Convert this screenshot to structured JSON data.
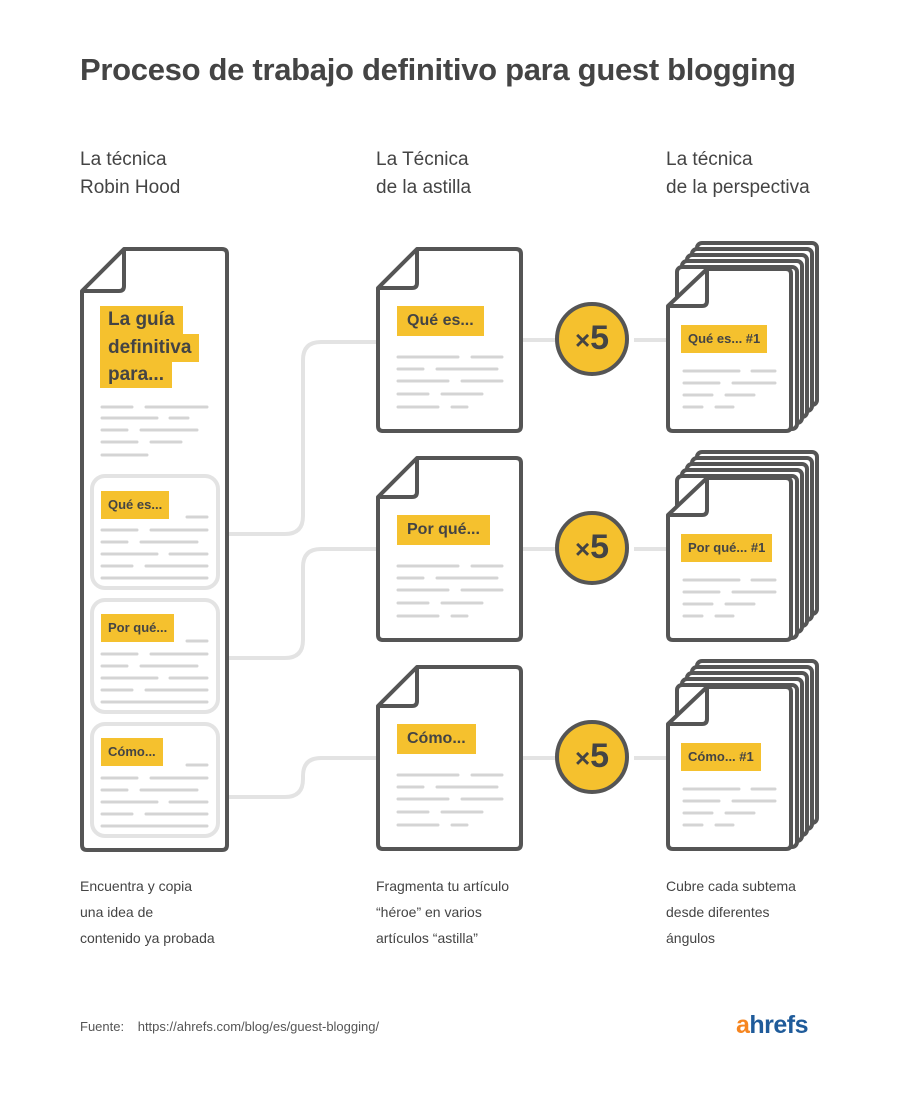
{
  "title": "Proceso de trabajo definitivo para guest blogging",
  "columns": [
    {
      "heading": [
        "La técnica",
        "Robin Hood"
      ],
      "caption": [
        "Encuentra y copia",
        "una idea de",
        "contenido ya probada"
      ]
    },
    {
      "heading": [
        "La Técnica",
        "de la astilla"
      ],
      "caption": [
        "Fragmenta tu artículo",
        "“héroe” en varios",
        "artículos “astilla”"
      ]
    },
    {
      "heading": [
        "La técnica",
        "de la perspectiva"
      ],
      "caption": [
        "Cubre cada subtema",
        "desde diferentes",
        "ángulos"
      ]
    }
  ],
  "guide_doc": {
    "title_lines": [
      "La guía",
      "definitiva",
      "para..."
    ],
    "sections": [
      "Qué es...",
      "Por qué...",
      "Cómo..."
    ]
  },
  "splinter_docs": [
    "Qué es...",
    "Por qué...",
    "Cómo..."
  ],
  "multiplier": {
    "symbol": "×",
    "value": "5"
  },
  "perspective_docs": [
    "Qué es... #1",
    "Por qué... #1",
    "Cómo... #1"
  ],
  "source": {
    "label": "Fuente:",
    "url": "https://ahrefs.com/blog/es/guest-blogging/"
  },
  "logo": {
    "first": "a",
    "rest": "hrefs"
  },
  "colors": {
    "accent": "#f5c12e",
    "outline": "#555555",
    "connector": "#e3e3e3",
    "text_line": "#d4d4d4"
  }
}
